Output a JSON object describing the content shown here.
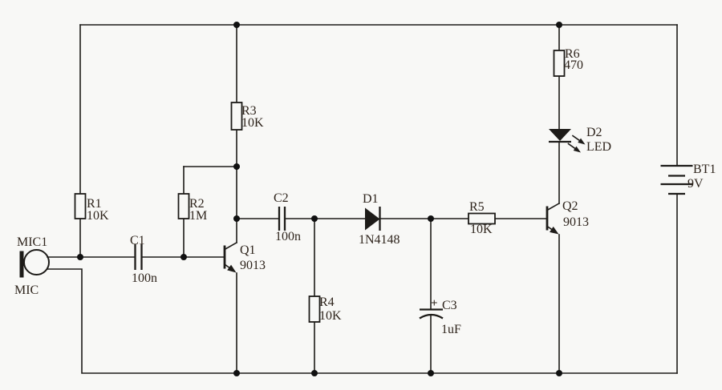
{
  "schematic": {
    "description": "microphone LED driver circuit",
    "colors": {
      "background": "#f8f8f6",
      "wire": "#1d1b18",
      "label": "#2e241c"
    },
    "components": {
      "mic": {
        "ref": "MIC1",
        "value": "MIC"
      },
      "r1": {
        "ref": "R1",
        "value": "10K"
      },
      "r2": {
        "ref": "R2",
        "value": "1M"
      },
      "r3": {
        "ref": "R3",
        "value": "10K"
      },
      "r4": {
        "ref": "R4",
        "value": "10K"
      },
      "r5": {
        "ref": "R5",
        "value": "10K"
      },
      "r6": {
        "ref": "R6",
        "value": "470"
      },
      "c1": {
        "ref": "C1",
        "value": "100n"
      },
      "c2": {
        "ref": "C2",
        "value": "100n"
      },
      "c3": {
        "ref": "C3",
        "value": "1uF",
        "polarity": "+"
      },
      "d1": {
        "ref": "D1",
        "value": "1N4148"
      },
      "d2": {
        "ref": "D2",
        "value": "LED"
      },
      "q1": {
        "ref": "Q1",
        "value": "9013"
      },
      "q2": {
        "ref": "Q2",
        "value": "9013"
      },
      "bt1": {
        "ref": "BT1",
        "value": "9V"
      }
    }
  }
}
